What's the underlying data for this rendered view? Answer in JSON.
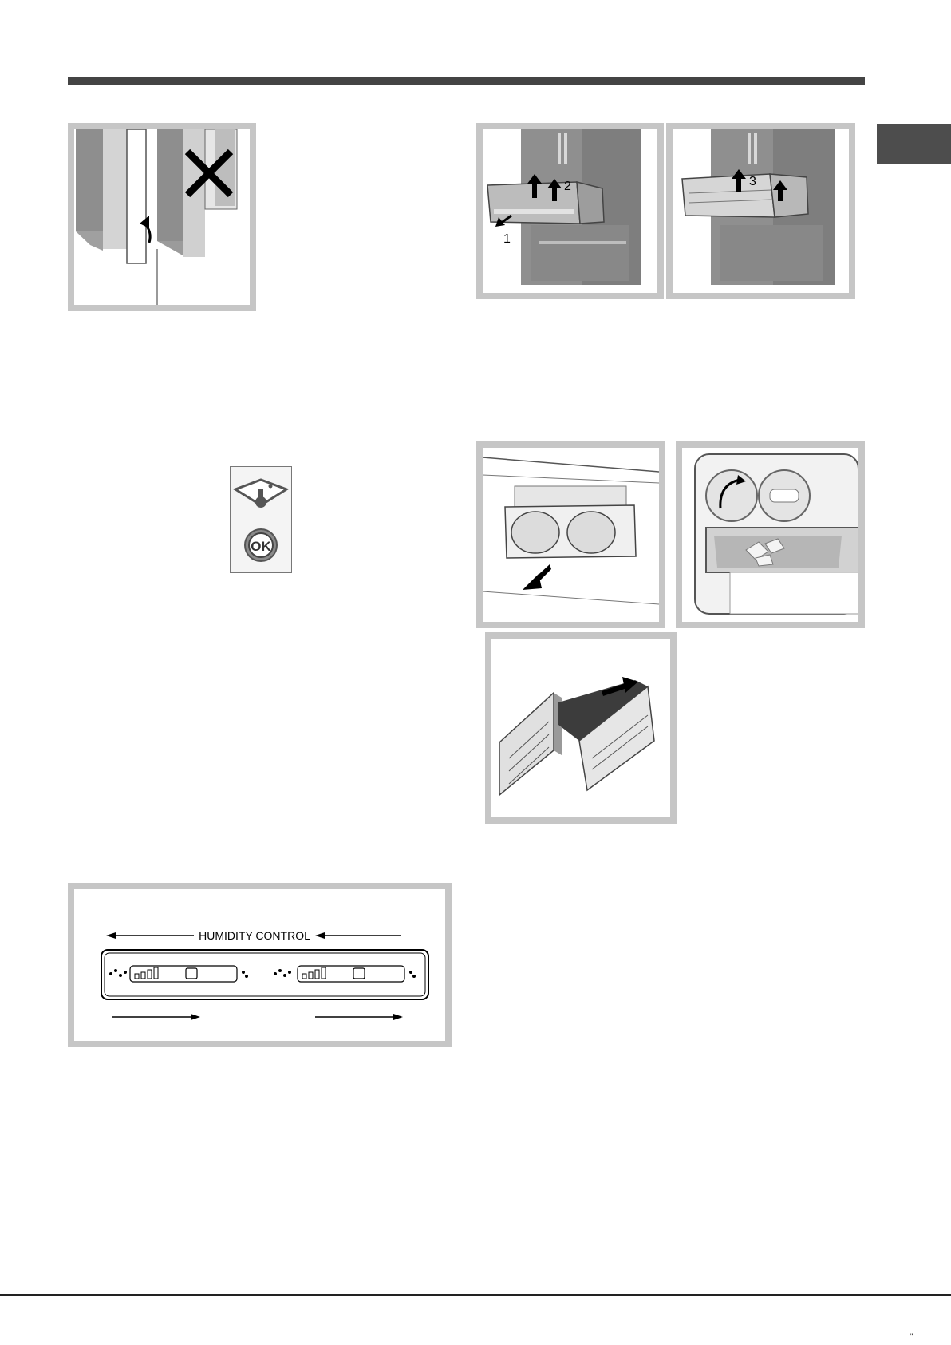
{
  "page": {
    "mark": "''"
  },
  "figures": {
    "drawer_steps": {
      "label_1": "1",
      "label_2": "2",
      "label_3": "3"
    },
    "humidity": {
      "title": "HUMIDITY CONTROL"
    },
    "panel": {
      "ok_label": "OK"
    }
  },
  "colors": {
    "frame": "#c6c6c6",
    "rule": "#444444",
    "tab": "#4d4d4d"
  }
}
